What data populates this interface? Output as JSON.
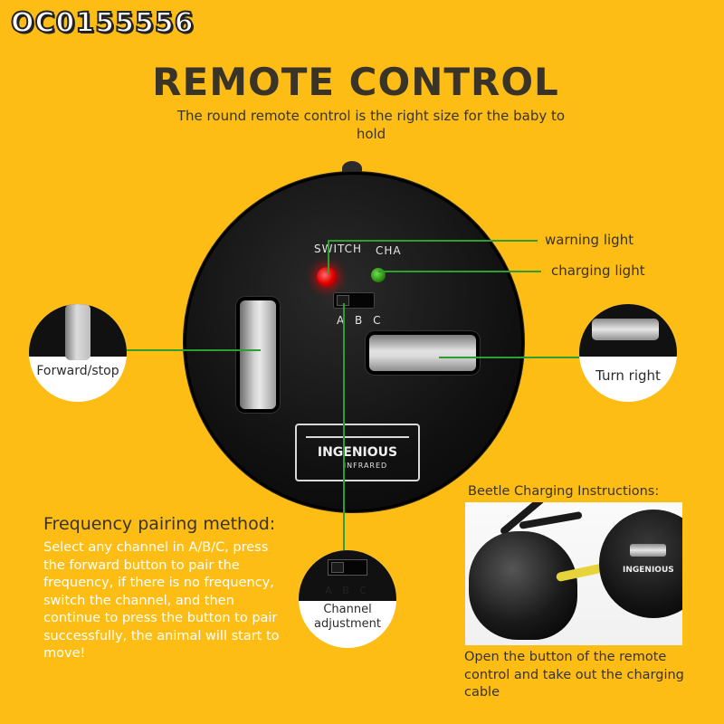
{
  "product_code": "OC0155556",
  "title": "REMOTE CONTROL",
  "subtitle": "The round remote control is the right size for the baby to hold",
  "remote": {
    "switch_label": "SWITCH",
    "cha_label": "CHA",
    "abc_label": "A B C",
    "brand": "INGENIOUS",
    "brand_sub": "INFRARED"
  },
  "callouts": {
    "warning_light": "warning light",
    "charging_light": "charging light",
    "forward_stop": "Forward/stop",
    "turn_right": "Turn right",
    "channel_adjustment": "Channel adjustment",
    "channel_abc": "A B C"
  },
  "frequency": {
    "title": "Frequency pairing method:",
    "body": "Select any channel in A/B/C, press the forward button to pair the frequency, if there is no frequency, switch the channel, and then continue to press the button to pair successfully, the animal will start to move!"
  },
  "beetle": {
    "title": "Beetle Charging Instructions:",
    "mini_brand": "INGENIOUS",
    "caption": "Open the button of the remote control and take out the charging cable"
  },
  "colors": {
    "background": "#FDBD15",
    "connector_line": "#2e9f2e",
    "warning_led": "#e30000",
    "charging_led": "#2f8a12"
  }
}
